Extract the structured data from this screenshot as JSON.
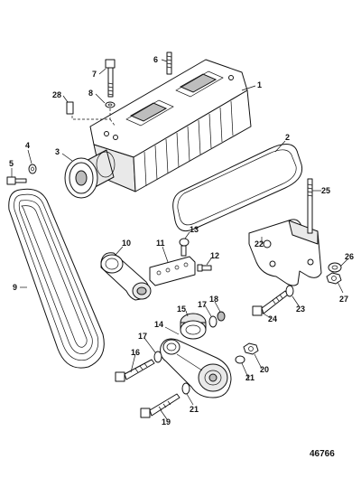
{
  "drawing_number": "46766",
  "callouts": {
    "c1": "1",
    "c2": "2",
    "c3": "3",
    "c4": "4",
    "c5": "5",
    "c6": "6",
    "c7": "7",
    "c8": "8",
    "c9": "9",
    "c10": "10",
    "c11": "11",
    "c12": "12",
    "c13": "13",
    "c14": "14",
    "c15": "15",
    "c16": "16",
    "c17a": "17",
    "c17b": "17",
    "c18": "18",
    "c19": "19",
    "c20": "20",
    "c21a": "21",
    "c21b": "21",
    "c22": "22",
    "c23": "23",
    "c24": "24",
    "c25": "25",
    "c26": "26",
    "c27": "27",
    "c28": "28"
  }
}
